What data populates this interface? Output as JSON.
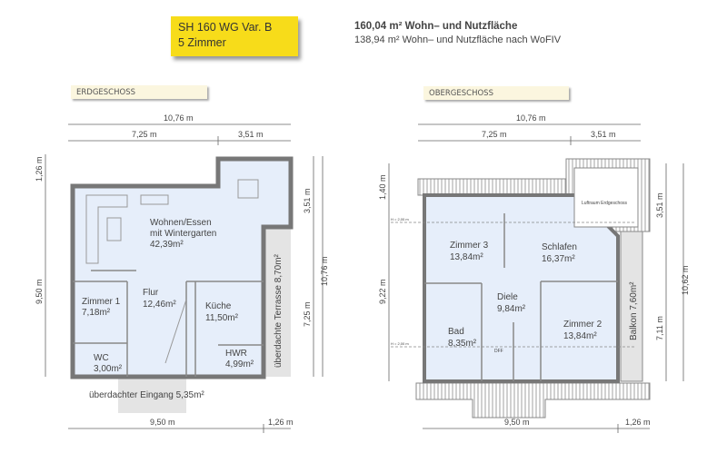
{
  "header": {
    "model": "SH 160 WG Var. B",
    "rooms_count": "5 Zimmer",
    "area_total": "160,04 m² Wohn– und Nutzfläche",
    "area_wofiv": "138,94 m² Wohn– und Nutzfläche nach WoFIV",
    "badge_color": "#f7dc1a"
  },
  "ground_floor": {
    "label": "ERDGESCHOSS",
    "dims": {
      "total_width": "10,76 m",
      "left_width": "7,25 m",
      "right_width": "3,51 m",
      "bottom_left": "9,50 m",
      "bottom_right": "1,26 m",
      "left_top": "1,26 m",
      "left_main": "9,50 m",
      "right_top": "3,51 m",
      "right_main": "7,25 m",
      "right_total": "10,76 m"
    },
    "rooms": [
      {
        "name": "Wohnen/Essen",
        "name2": "mit Wintergarten",
        "area": "42,39m²"
      },
      {
        "name": "Zimmer 1",
        "area": "7,18m²"
      },
      {
        "name": "Flur",
        "area": "12,46m²"
      },
      {
        "name": "Küche",
        "area": "11,50m²"
      },
      {
        "name": "WC",
        "area": "3,00m²"
      },
      {
        "name": "HWR",
        "area": "4,99m²"
      }
    ],
    "terrace": "überdachte Terrasse 8,70m²",
    "entrance": "überdachter Eingang 5,35m²"
  },
  "upper_floor": {
    "label": "OBERGESCHOSS",
    "dims": {
      "total_width": "10,76 m",
      "left_width": "7,25 m",
      "right_width": "3,51 m",
      "bottom_left": "9,50 m",
      "bottom_right": "1,26 m",
      "left_top": "1,40 m",
      "left_main": "9,22 m",
      "right_top": "3,51 m",
      "right_main": "7,11 m",
      "right_total": "10,62 m"
    },
    "rooms": [
      {
        "name": "Zimmer 3",
        "area": "13,84m²"
      },
      {
        "name": "Schlafen",
        "area": "16,37m²"
      },
      {
        "name": "Diele",
        "area": "9,84m²"
      },
      {
        "name": "Bad",
        "area": "8,35m²"
      },
      {
        "name": "Zimmer 2",
        "area": "13,84m²"
      }
    ],
    "balcony": "Balkon 7,60m²",
    "void": "Luftraum Erdgeschoss",
    "height_marker": "H = 2,00 m",
    "dff": "DFF"
  }
}
